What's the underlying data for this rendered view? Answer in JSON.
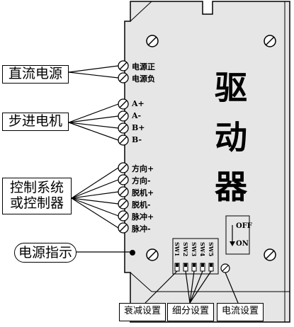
{
  "driver_title": [
    "驱",
    "动",
    "器"
  ],
  "left_boxes": {
    "dc_power": "直流电源",
    "stepper_motor": "步进电机",
    "controller_line1": "控制系统",
    "controller_line2": "或控制器",
    "power_indicator": "电源指示"
  },
  "terminals": {
    "power": [
      "电源正",
      "电源负"
    ],
    "motor": [
      "A+",
      "A-",
      "B+",
      "B-"
    ],
    "control": [
      "方向+",
      "方向-",
      "脱机+",
      "脱机-",
      "脉冲+",
      "脉冲-"
    ]
  },
  "dip_switch": {
    "off_label": "OFF",
    "on_label": "ON",
    "switches": [
      "SW1",
      "SW2",
      "SW3",
      "SW4",
      "SW5"
    ]
  },
  "bottom_boxes": {
    "decay": "衰减设置",
    "microstep": "细分设置",
    "current": "电流设置"
  }
}
